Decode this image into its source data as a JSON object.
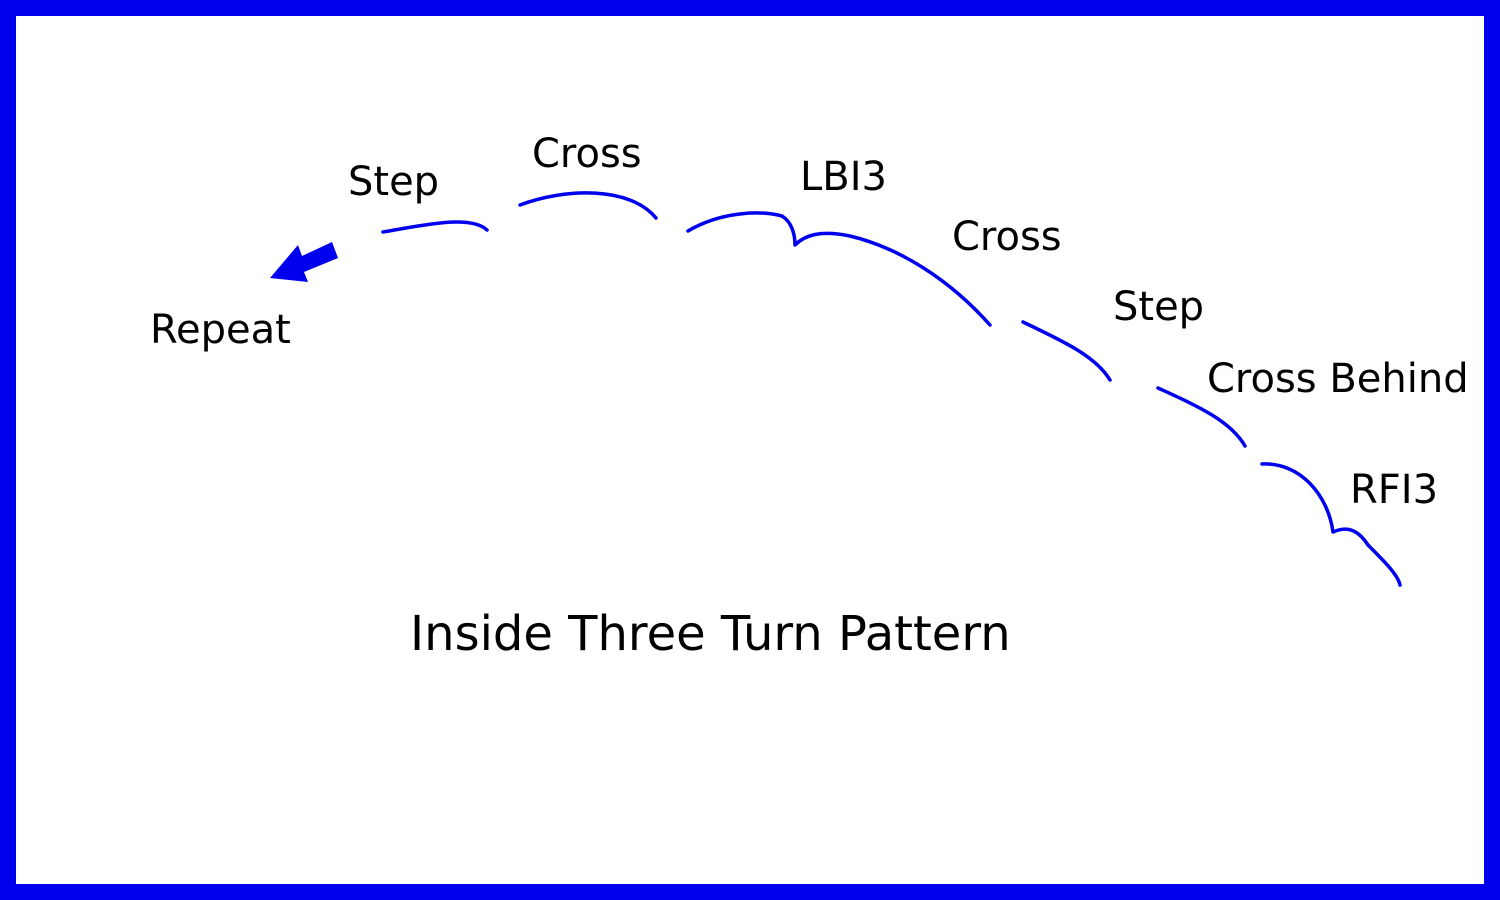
{
  "title": "Inside Three Turn Pattern",
  "colors": {
    "border": "#0000ee",
    "trace": "#0000ee",
    "arrow": "#0000ee",
    "text": "#000000"
  },
  "labels": {
    "repeat": "Repeat",
    "step_1": "Step",
    "cross_1": "Cross",
    "lbi3": "LBI3",
    "cross_2": "Cross",
    "step_2": "Step",
    "cross_behind": "Cross Behind",
    "rfi3": "RFI3"
  },
  "icons": {
    "direction": "arrow-left-down-icon"
  }
}
